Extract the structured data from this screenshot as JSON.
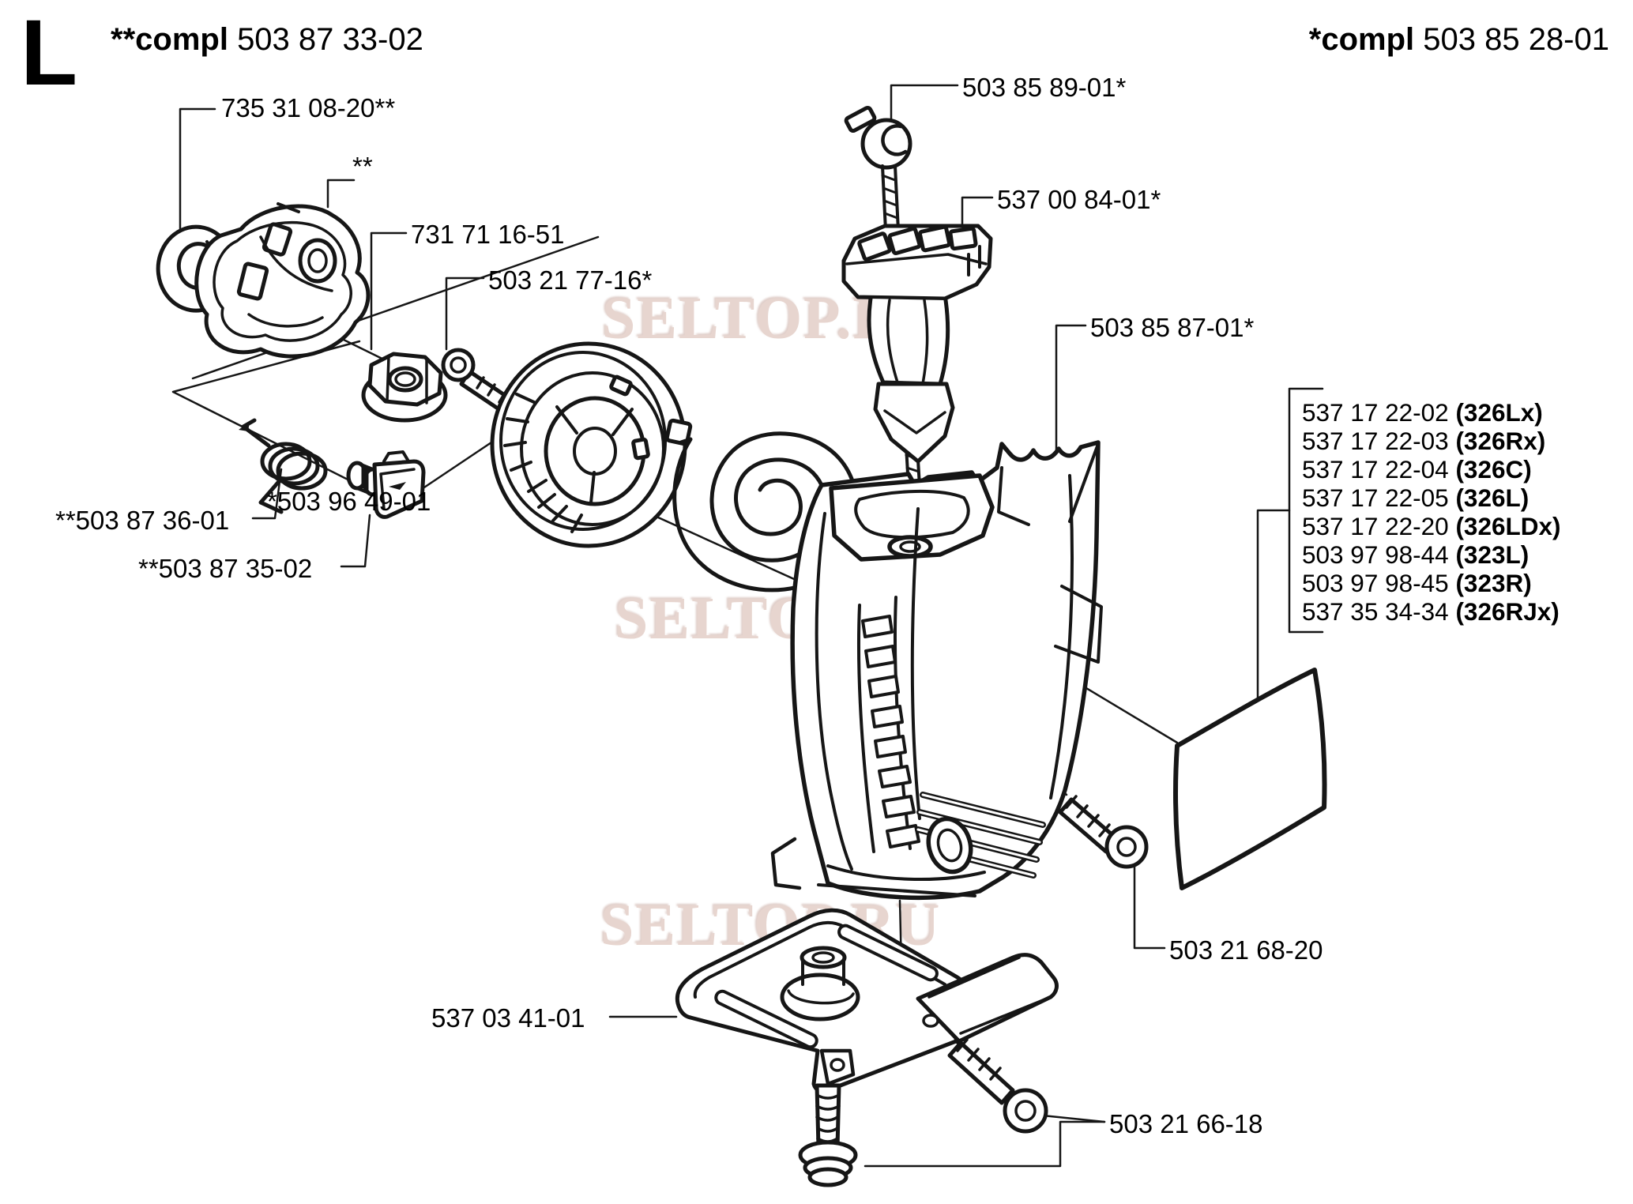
{
  "page": {
    "section_letter": "L",
    "header_left": {
      "prefix": "**compl",
      "number": "503 87 33-02"
    },
    "header_right": {
      "prefix": "*compl",
      "number": "503 85 28-01"
    },
    "watermark": {
      "text": "SELTOP.RU",
      "color": "#e7d5cf"
    }
  },
  "labels": {
    "circlip": "735 31 08-20**",
    "carrier_stars": "**",
    "flange_nut": "731 71 16-51",
    "pulley_screw": "503 21 77-16*",
    "rope_clip": "503 85 89-01*",
    "handle": "537 00 84-01*",
    "housing": "503 85 87-01*",
    "torsion_spring": "**503 87 36-01",
    "pawl": "**503 87 35-02",
    "recoil_spring": "*503 96 49-01",
    "base_plate": "537 03 41-01",
    "housing_screw": "503 21 68-20",
    "plate_screws": "503 21 66-18"
  },
  "parts_list": {
    "items": [
      {
        "number": "537 17 22-02",
        "model": "(326Lx)"
      },
      {
        "number": "537 17 22-03",
        "model": "(326Rx)"
      },
      {
        "number": "537 17 22-04",
        "model": "(326C)"
      },
      {
        "number": "537 17 22-05",
        "model": "(326L)"
      },
      {
        "number": "537 17 22-20",
        "model": "(326LDx)"
      },
      {
        "number": "503 97 98-44",
        "model": "(323L)"
      },
      {
        "number": "503 97 98-45",
        "model": "(323R)"
      },
      {
        "number": "537 35 34-34",
        "model": "(326RJx)"
      }
    ]
  }
}
